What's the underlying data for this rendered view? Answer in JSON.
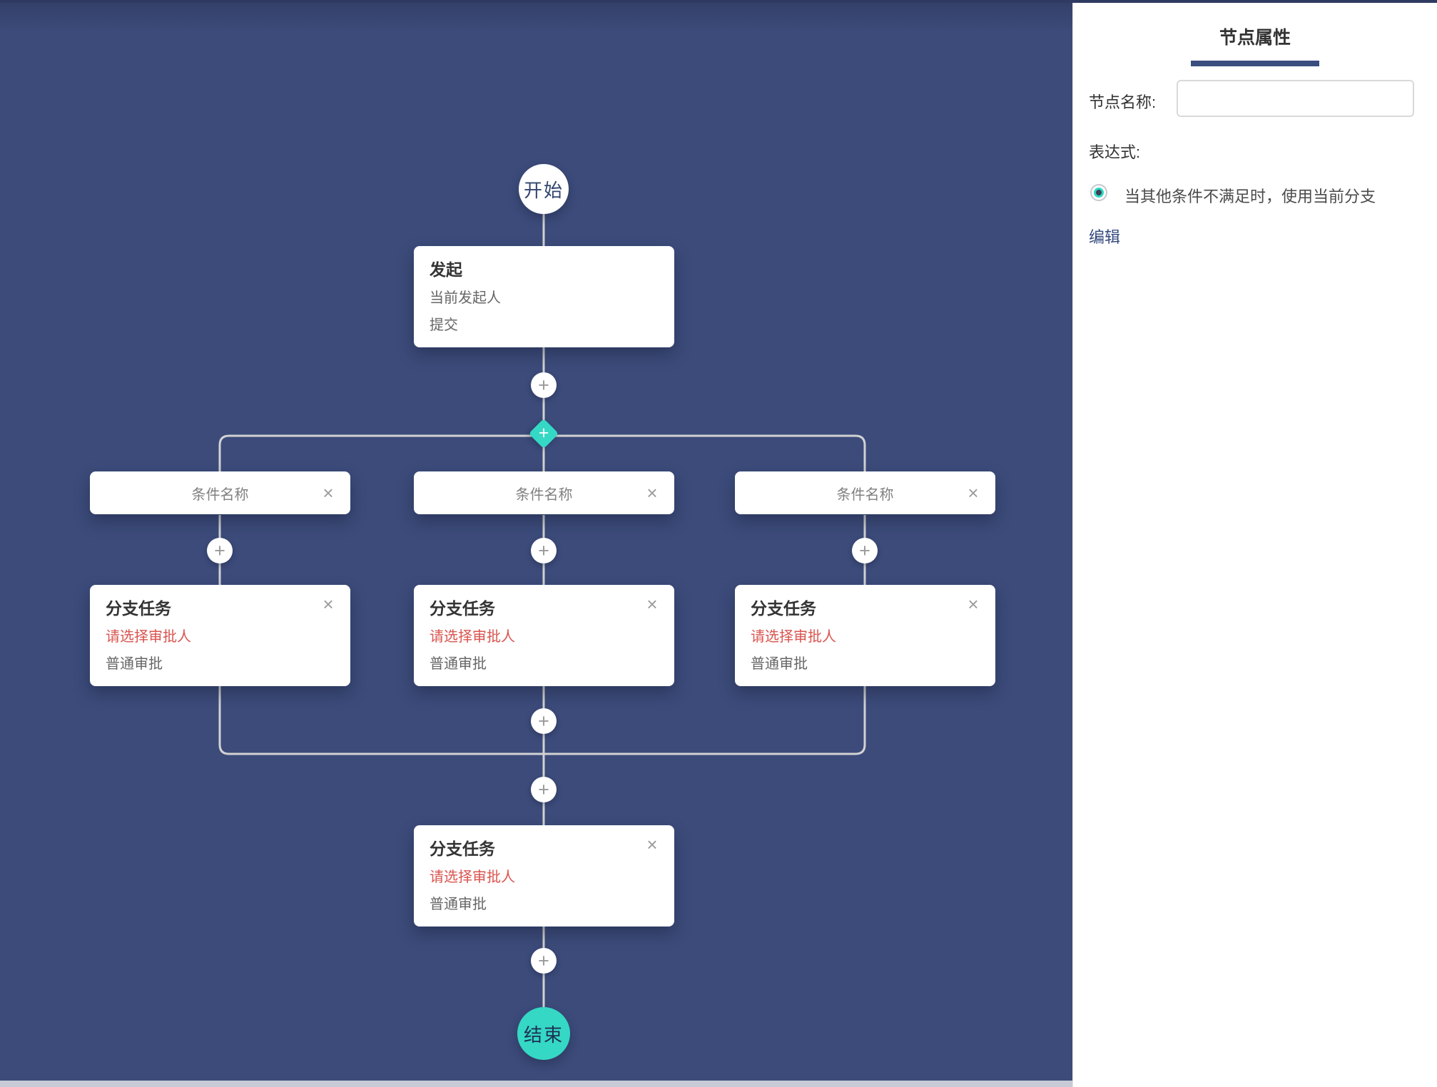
{
  "colors": {
    "canvas_bg": "#3c4b7a",
    "accent_teal": "#35d8c5",
    "connector_line": "#d2d2d2",
    "warning_red": "#d9544f",
    "navy": "#34497e",
    "underline_navy": "#3a4d7f"
  },
  "flow": {
    "start": {
      "label": "开始"
    },
    "initiate": {
      "title": "发起",
      "assignee": "当前发起人",
      "action": "提交"
    },
    "conditions": [
      {
        "label": "条件名称"
      },
      {
        "label": "条件名称"
      },
      {
        "label": "条件名称"
      }
    ],
    "tasks": [
      {
        "title": "分支任务",
        "warning": "请选择审批人",
        "mode": "普通审批"
      },
      {
        "title": "分支任务",
        "warning": "请选择审批人",
        "mode": "普通审批"
      },
      {
        "title": "分支任务",
        "warning": "请选择审批人",
        "mode": "普通审批"
      },
      {
        "title": "分支任务",
        "warning": "请选择审批人",
        "mode": "普通审批"
      }
    ],
    "end": {
      "label": "结束"
    },
    "icons": {
      "add": "+",
      "close": "×"
    }
  },
  "panel": {
    "title": "节点属性",
    "node_name_label": "节点名称:",
    "node_name_value": "",
    "expression_label": "表达式:",
    "radio_label": "当其他条件不满足时，使用当前分支",
    "edit_link": "编辑"
  }
}
